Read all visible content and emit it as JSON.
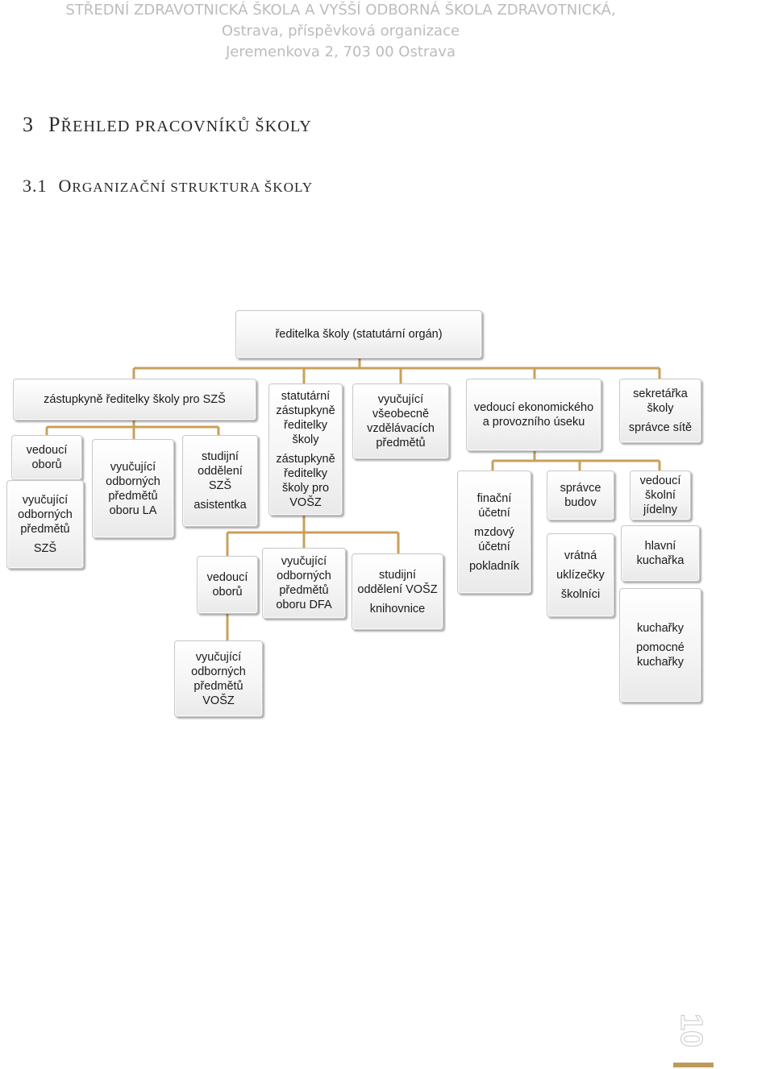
{
  "header": {
    "line1": "STŘEDNÍ ZDRAVOTNICKÁ ŠKOLA A VYŠŠÍ ODBORNÁ ŠKOLA ZDRAVOTNICKÁ,",
    "line2": "Ostrava, příspěvková organizace",
    "line3": "Jeremenkova 2, 703 00 Ostrava"
  },
  "heading1": {
    "number": "3",
    "first": "P",
    "rest": "ŘEHLED PRACOVNÍKŮ ŠKOLY"
  },
  "heading2": {
    "number": "3.1",
    "first": "O",
    "rest": "RGANIZAČNÍ STRUKTURA ŠKOLY"
  },
  "org": {
    "director": "ředitelka školy (statutární orgán)",
    "deputy_szs": "zástupkyně ředitelky školy pro SZŠ",
    "head_fields_1": "vedoucí oborů",
    "teachers_szs": [
      "vyučující odborných předmětů",
      "SZŠ"
    ],
    "teachers_la": "vyučující odborných předmětů oboru LA",
    "study_dept_szs": [
      "studijní oddělení SZŠ",
      "asistentka"
    ],
    "head_fields_2": "vedoucí oborů",
    "teachers_vosz": "vyučující odborných předmětů VOŠZ",
    "stat_deputy": [
      "statutární zástupkyně ředitelky školy",
      "zástupkyně ředitelky školy pro VOŠZ"
    ],
    "teachers_dfa": "vyučující odborných předmětů oboru DFA",
    "teachers_general": "vyučující všeobecně vzdělávacích předmětů",
    "study_dept_vosz": [
      "studijní oddělení VOŠZ",
      "knihovnice"
    ],
    "econ_head": "vedoucí ekonomického a provozního úseku",
    "finance": [
      "finační účetní",
      "mzdový účetní",
      "pokladník"
    ],
    "building_admin": "správce budov",
    "porter": [
      "vrátná",
      "uklízečky",
      "školníci"
    ],
    "secretary": [
      "sekretářka školy",
      "správce sítě"
    ],
    "canteen_head": "vedoucí školní jídelny",
    "head_cook": "hlavní kuchařka",
    "cooks": [
      "kuchařky",
      "pomocné kuchařky"
    ]
  },
  "page_number": "10",
  "colors": {
    "connector": "#c9a05a",
    "header_text": "#bcbcbc"
  }
}
